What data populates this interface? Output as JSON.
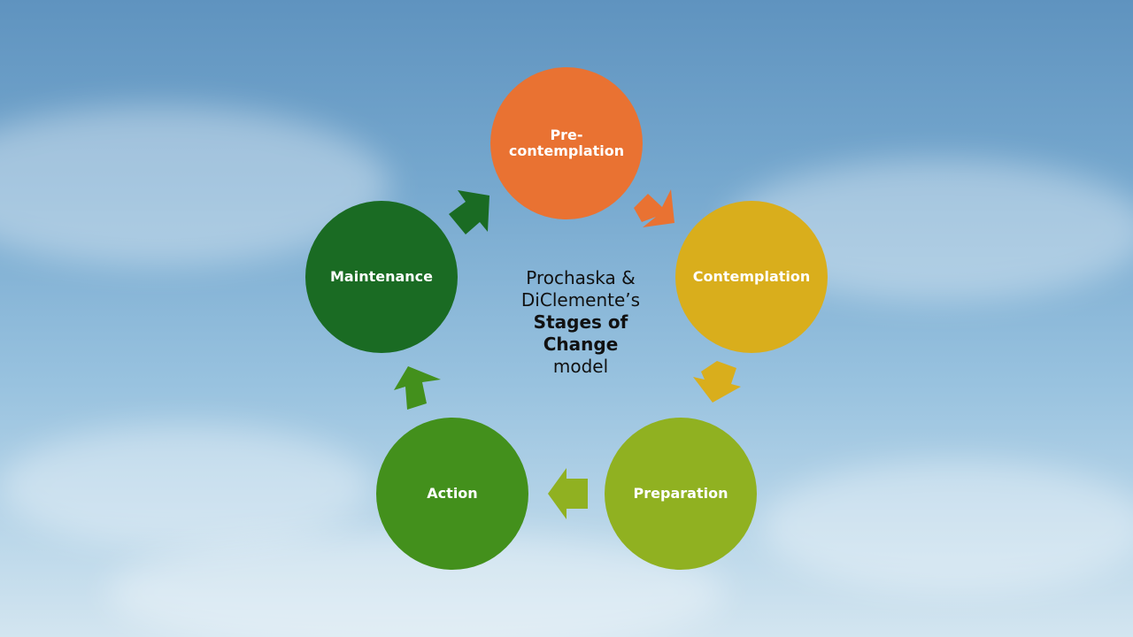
{
  "diagram": {
    "title": {
      "line1": "Prochaska &",
      "line2": "DiClemente’s",
      "bold1": "Stages of",
      "bold2": "Change",
      "line3": "model"
    },
    "stages": [
      {
        "label_line1": "Pre-",
        "label_line2": "contemplation",
        "color": "#e97232"
      },
      {
        "label_line1": "Contemplation",
        "label_line2": "",
        "color": "#d9ae1c"
      },
      {
        "label_line1": "Preparation",
        "label_line2": "",
        "color": "#90b121"
      },
      {
        "label_line1": "Action",
        "label_line2": "",
        "color": "#43901c"
      },
      {
        "label_line1": "Maintenance",
        "label_line2": "",
        "color": "#1a6b23"
      }
    ],
    "arrow_colors": [
      "#e97232",
      "#d9ae1c",
      "#90b121",
      "#43901c",
      "#1a6b23"
    ]
  }
}
